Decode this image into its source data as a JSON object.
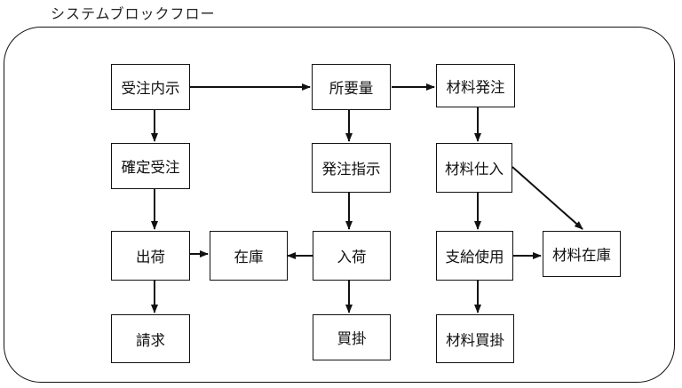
{
  "title": "システムブロックフロー",
  "nodes": {
    "juchu_naiji": "受注内示",
    "shoyoryo": "所要量",
    "zairyo_hatchu": "材料発注",
    "kakutei_juchu": "確定受注",
    "hatchu_shiji": "発注指示",
    "zairyo_shiire": "材料仕入",
    "shukka": "出荷",
    "zaiko": "在庫",
    "nyuka": "入荷",
    "shikyu_shiyo": "支給使用",
    "zairyo_zaiko": "材料在庫",
    "seikyu": "請求",
    "kaikake": "買掛",
    "zairyo_kaikake": "材料買掛"
  }
}
